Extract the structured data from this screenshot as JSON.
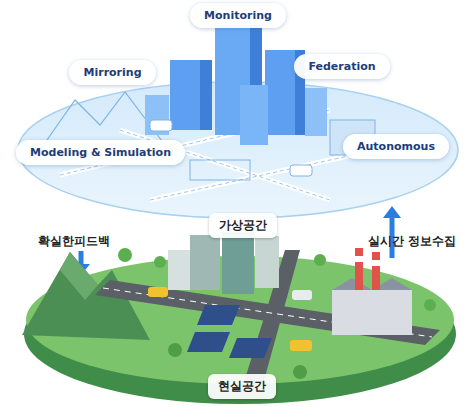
{
  "diagram": {
    "nodes": [
      {
        "text": [
          "Monitoring"
        ]
      },
      {
        "text": [
          "Mirroring"
        ]
      },
      {
        "text": [
          "Federation"
        ]
      },
      {
        "text": [
          "Modeling & Simulation"
        ]
      },
      {
        "text": [
          "Autonomous"
        ]
      },
      {
        "text": [
          "가상공간"
        ]
      },
      {
        "text": [
          "현실공간"
        ]
      }
    ],
    "labels": [
      "확실한피드백",
      "실시간 정보수집"
    ]
  }
}
